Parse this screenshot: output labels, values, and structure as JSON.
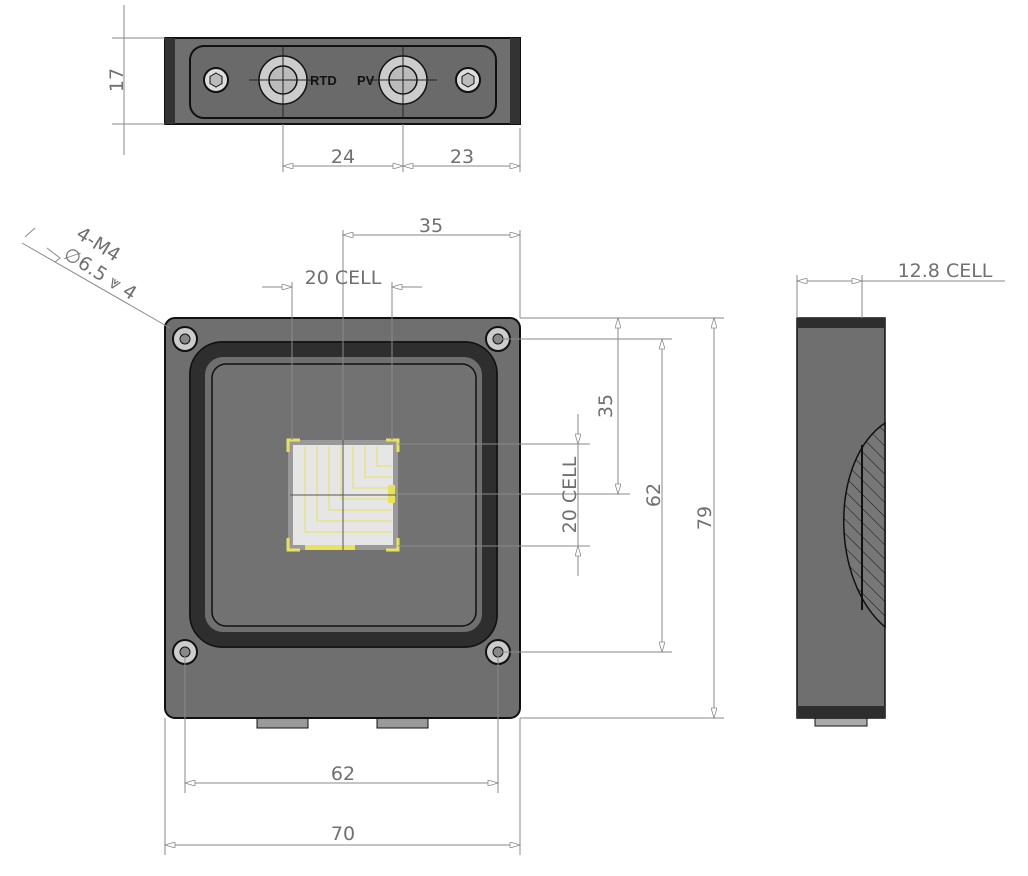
{
  "top_view": {
    "connector_labels": [
      "RTD",
      "PV"
    ],
    "dims": {
      "height": "17",
      "rtd_to_pv": "24",
      "pv_to_edge": "23"
    }
  },
  "front_view": {
    "dims": {
      "center_to_edge": "35",
      "cell_width": "20 CELL",
      "center_to_top": "35",
      "cell_height": "20 CELL",
      "hole_spacing_vertical": "62",
      "overall_height": "79",
      "hole_spacing_horizontal": "62",
      "overall_width": "70"
    },
    "hole_callout": {
      "line1": "4-M4",
      "line2": "∅6.5 ⩔ 4"
    }
  },
  "side_view": {
    "dims": {
      "cell_depth": "12.8 CELL"
    }
  },
  "colors": {
    "body": "#6f6f6f",
    "frame": "#2e2e2e",
    "cell": "#e6e6e6",
    "cell_trace": "#e8e25a",
    "dimension": "#707070"
  }
}
